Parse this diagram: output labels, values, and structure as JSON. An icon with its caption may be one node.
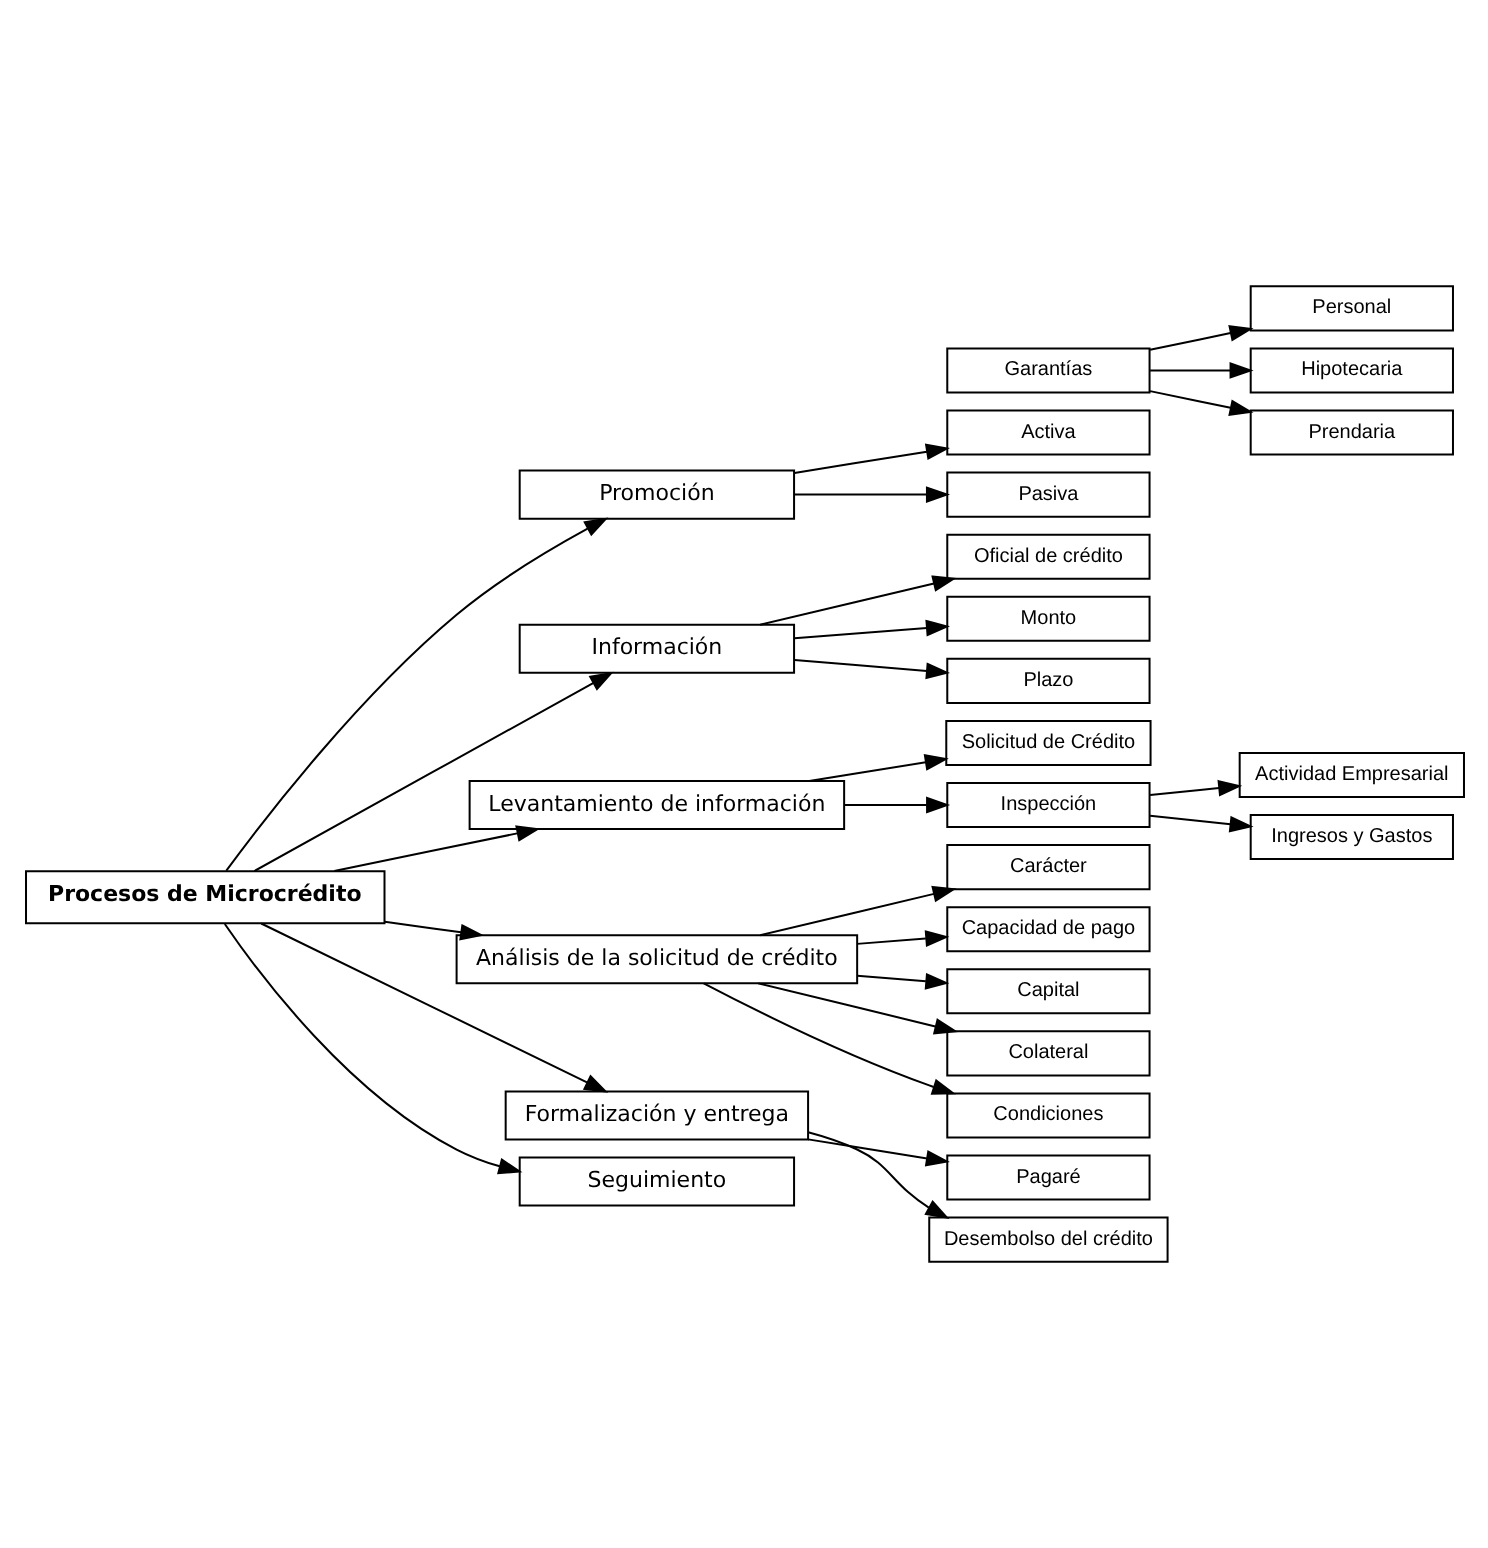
{
  "diagram": {
    "nodes": [
      {
        "text": [
          "Procesos de Microcrédito"
        ]
      },
      {
        "text": [
          "Promoción"
        ]
      },
      {
        "text": [
          "Activa"
        ]
      },
      {
        "text": [
          "Pasiva"
        ]
      },
      {
        "text": [
          "Información"
        ]
      },
      {
        "text": [
          "Oficial de crédito"
        ]
      },
      {
        "text": [
          "Monto"
        ]
      },
      {
        "text": [
          "Plazo"
        ]
      },
      {
        "text": [
          "Garantías"
        ]
      },
      {
        "text": [
          "Personal"
        ]
      },
      {
        "text": [
          "Hipotecaria"
        ]
      },
      {
        "text": [
          "Prendaria"
        ]
      },
      {
        "text": [
          "Levantamiento de información"
        ]
      },
      {
        "text": [
          "Solicitud de Crédito"
        ]
      },
      {
        "text": [
          "Inspección"
        ]
      },
      {
        "text": [
          "Actividad Empresarial"
        ]
      },
      {
        "text": [
          "Ingresos y Gastos"
        ]
      },
      {
        "text": [
          "Análisis de la solicitud de crédito"
        ]
      },
      {
        "text": [
          "Carácter"
        ]
      },
      {
        "text": [
          "Capacidad de pago"
        ]
      },
      {
        "text": [
          "Capital"
        ]
      },
      {
        "text": [
          "Colateral"
        ]
      },
      {
        "text": [
          "Condiciones"
        ]
      },
      {
        "text": [
          "Formalización y entrega"
        ]
      },
      {
        "text": [
          "Pagaré"
        ]
      },
      {
        "text": [
          "Desembolso del crédito"
        ]
      },
      {
        "text": [
          "Seguimiento"
        ]
      }
    ],
    "edges": [
      {
        "from": 0,
        "to": 1,
        "arrow": "to"
      },
      {
        "from": 0,
        "to": 4,
        "arrow": "to"
      },
      {
        "from": 0,
        "to": 12,
        "arrow": "to"
      },
      {
        "from": 0,
        "to": 17,
        "arrow": "to"
      },
      {
        "from": 0,
        "to": 23,
        "arrow": "to"
      },
      {
        "from": 0,
        "to": 26,
        "arrow": "to"
      },
      {
        "from": 1,
        "to": 2,
        "arrow": "to"
      },
      {
        "from": 1,
        "to": 3,
        "arrow": "to"
      },
      {
        "from": 4,
        "to": 5,
        "arrow": "to"
      },
      {
        "from": 4,
        "to": 6,
        "arrow": "to"
      },
      {
        "from": 4,
        "to": 7,
        "arrow": "to"
      },
      {
        "from": 8,
        "to": 9,
        "arrow": "to"
      },
      {
        "from": 8,
        "to": 10,
        "arrow": "to"
      },
      {
        "from": 8,
        "to": 11,
        "arrow": "to"
      },
      {
        "from": 12,
        "to": 13,
        "arrow": "to"
      },
      {
        "from": 12,
        "to": 14,
        "arrow": "to"
      },
      {
        "from": 14,
        "to": 15,
        "arrow": "to"
      },
      {
        "from": 14,
        "to": 16,
        "arrow": "to"
      },
      {
        "from": 17,
        "to": 18,
        "arrow": "to"
      },
      {
        "from": 17,
        "to": 19,
        "arrow": "to"
      },
      {
        "from": 17,
        "to": 20,
        "arrow": "to"
      },
      {
        "from": 17,
        "to": 21,
        "arrow": "to"
      },
      {
        "from": 17,
        "to": 22,
        "arrow": "to"
      },
      {
        "from": 23,
        "to": 24,
        "arrow": "to"
      },
      {
        "from": 23,
        "to": 25,
        "arrow": "to"
      }
    ]
  }
}
